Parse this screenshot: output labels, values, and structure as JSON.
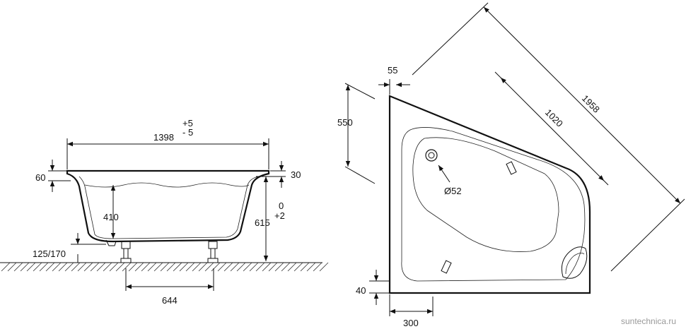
{
  "side_view": {
    "length": "1398",
    "tol_plus": "+5",
    "tol_minus": "- 5",
    "rim_height": "60",
    "rim_right": "30",
    "depth": "410",
    "height": "615",
    "height_tol_top": "0",
    "height_tol_bottom": "+2",
    "legs": "125/170",
    "leg_spacing": "644"
  },
  "plan_view": {
    "offset_top": "55",
    "width_side": "550",
    "diagonal_outer": "1958",
    "diagonal_inner": "1020",
    "drain": "Ø52",
    "offset_bottom": "40",
    "base_width": "300"
  },
  "watermark": "suntechnica.ru",
  "colors": {
    "line": "#111111",
    "background": "#ffffff",
    "watermark": "#9a9a9a"
  }
}
